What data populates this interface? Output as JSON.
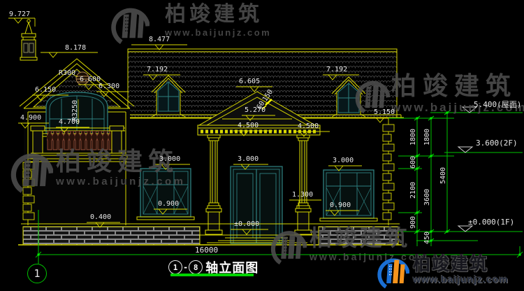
{
  "watermark": {
    "brand": "柏竣建筑",
    "url": "www.baijunjz.com"
  },
  "logo_badge": {
    "brand": "柏竣建筑",
    "url": "www.baijunjz.com"
  },
  "title_block": {
    "axis_start": "1",
    "sep": "-",
    "axis_end": "8",
    "name": "轴立面图"
  },
  "axis": {
    "bubble": "1"
  },
  "dim_overall": "16000",
  "levels": {
    "l9727": "9.727",
    "l8178": "8.178",
    "l8477": "8.477",
    "l7192": "7.192",
    "l6605": "6.605",
    "l6600": "6.600",
    "l6300": "6.300",
    "l6150": "6.150",
    "l5270": "5.270",
    "l5150": "5.150",
    "l4900": "4.900",
    "l4700": "4.700",
    "l4500": "4.500",
    "l3000": "3.000",
    "l0900": "0.900",
    "l0400": "0.400",
    "lpm0": "±0.000",
    "l1300": "1.300",
    "roof": "5.400(屋面)",
    "f2": "3.600(2F)",
    "f1": "±0.000(1F)"
  },
  "radii": {
    "r300": "R300",
    "r3250": "R3250"
  },
  "slope": {
    "a": "150",
    "b": "60"
  },
  "chain": {
    "d1800": "1800",
    "d600": "600",
    "d2100": "2100",
    "d900": "900",
    "d5400": "5400",
    "d3600": "3600",
    "d450": "450"
  }
}
